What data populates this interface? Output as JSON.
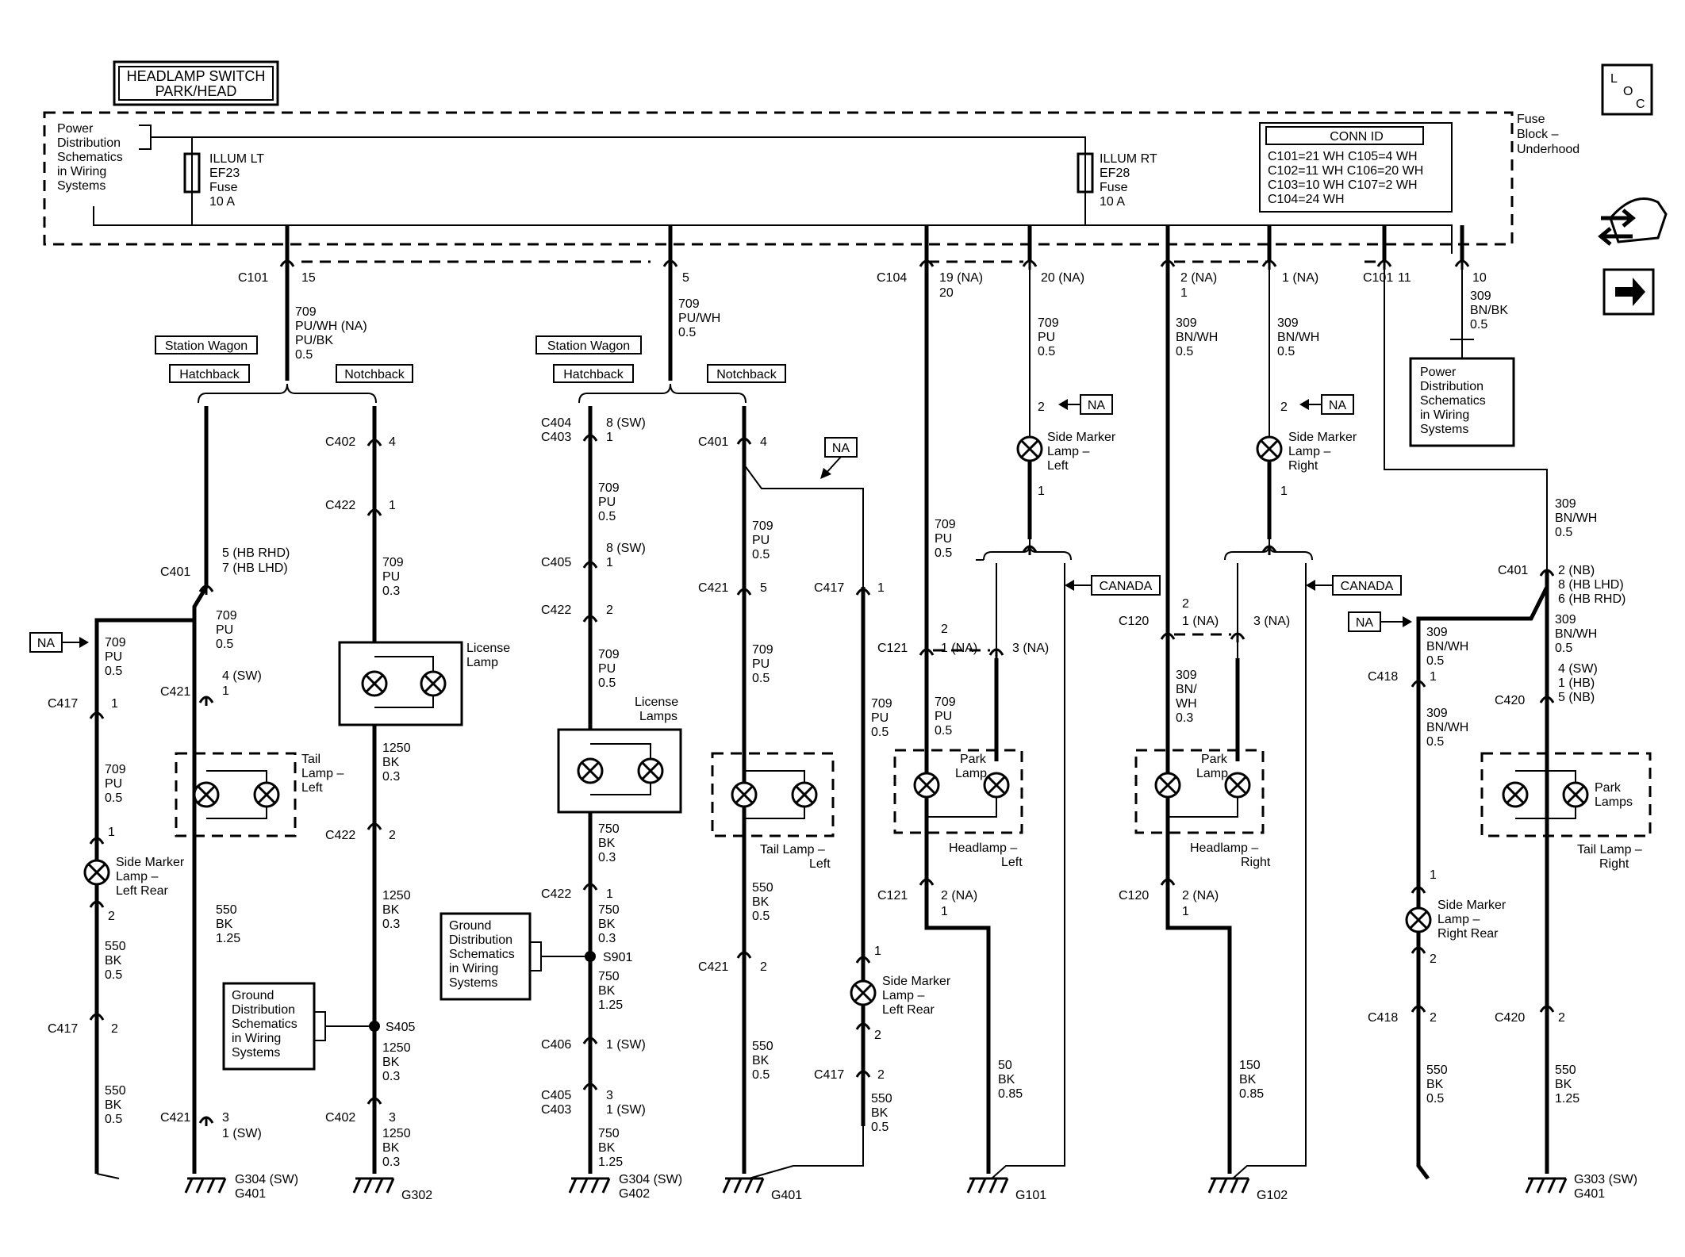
{
  "title_box": {
    "line1": "HEADLAMP SWITCH",
    "line2": "PARK/HEAD"
  },
  "fuse_block": {
    "line1": "Fuse",
    "line2": "Block –",
    "line3": "Underhood"
  },
  "power_dist_top": [
    "Power",
    "Distribution",
    "Schematics",
    "in Wiring",
    "Systems"
  ],
  "fuse_left": {
    "name": "ILLUM LT",
    "id": "EF23",
    "type": "Fuse",
    "rating": "10 A"
  },
  "fuse_right": {
    "name": "ILLUM RT",
    "id": "EF28",
    "type": "Fuse",
    "rating": "10 A"
  },
  "conn_id": {
    "header": "CONN ID",
    "rows": [
      "C101=21 WH  C105=4 WH",
      "C102=11 WH  C106=20 WH",
      "C103=10 WH  C107=2 WH",
      "C104=24 WH"
    ]
  },
  "loc_icon": {
    "l": "L",
    "o": "O",
    "c": "C"
  },
  "connectors": {
    "c101": "C101",
    "c104": "C104",
    "c101b": "C101",
    "pin15": "15",
    "pin5": "5",
    "pin19": "19 (NA)",
    "pin20a": "20",
    "pin20": "20 (NA)",
    "pin2na": "2 (NA)",
    "pin1a": "1",
    "pin1na": "1 (NA)",
    "pin11": "11",
    "pin10": "10"
  },
  "wire_labels": {
    "w709_top": [
      "709",
      "PU/WH (NA)",
      "PU/BK",
      "0.5"
    ],
    "w709_mid": [
      "709",
      "PU/WH",
      "0.5"
    ],
    "w709_pu_left": [
      "709",
      "PU",
      "0.5"
    ],
    "w309_1": [
      "309",
      "BN/WH",
      "0.5"
    ],
    "w309_2": [
      "309",
      "BN/WH",
      "0.5"
    ],
    "w309_bk": [
      "309",
      "BN/BK",
      "0.5"
    ]
  },
  "variants": {
    "station_wagon": "Station Wagon",
    "hatchback": "Hatchback",
    "notchback": "Notchback"
  },
  "power_dist_right": [
    "Power",
    "Distribution",
    "Schematics",
    "in Wiring",
    "Systems"
  ],
  "na": "NA",
  "canada": "CANADA",
  "col1": {
    "c401": "C401",
    "pins401": [
      "5 (HB RHD)",
      "7 (HB LHD)"
    ],
    "w1": [
      "709",
      "PU",
      "0.5"
    ],
    "c421": "C421",
    "pin421": [
      "4 (SW)",
      "1"
    ],
    "tail": [
      "Tail",
      "Lamp –",
      "Left"
    ],
    "w550": [
      "550",
      "BK",
      "1.25"
    ],
    "c421b": "C421",
    "pin421b": [
      "3",
      "1 (SW)"
    ],
    "ground": [
      "G304 (SW)",
      "G401"
    ]
  },
  "col0": {
    "w709": [
      "709",
      "PU",
      "0.5"
    ],
    "c417": "C417",
    "pin417": "1",
    "w709b": [
      "709",
      "PU",
      "0.5"
    ],
    "pinA": "1",
    "side": [
      "Side Marker",
      "Lamp –",
      "Left Rear"
    ],
    "pinB": "2",
    "w550": [
      "550",
      "BK",
      "0.5"
    ],
    "c417b": "C417",
    "pin417b": "2",
    "w550b": [
      "550",
      "BK",
      "0.5"
    ]
  },
  "col2": {
    "c402": "C402",
    "pin402": "4",
    "c422": "C422",
    "pin422": "1",
    "w709": [
      "709",
      "PU",
      "0.3"
    ],
    "lamp": [
      "License",
      "Lamp"
    ],
    "w1250": [
      "1250",
      "BK",
      "0.3"
    ],
    "c422b": "C422",
    "pin422b": "2",
    "w1250b": [
      "1250",
      "BK",
      "0.3"
    ],
    "splice": "S405",
    "gnd_ref": [
      "Ground",
      "Distribution",
      "Schematics",
      "in Wiring",
      "Systems"
    ],
    "w1250c": [
      "1250",
      "BK",
      "0.3"
    ],
    "c402b": "C402",
    "pin402b": "3",
    "w1250d": [
      "1250",
      "BK",
      "0.3"
    ],
    "ground": "G302"
  },
  "col3": {
    "c404": "C404",
    "c403": "C403",
    "pin404": [
      "8 (SW)",
      "1"
    ],
    "w709": [
      "709",
      "PU",
      "0.5"
    ],
    "c405": "C405",
    "pin405": [
      "8 (SW)",
      "1"
    ],
    "c422": "C422",
    "pin422": "2",
    "w709b": [
      "709",
      "PU",
      "0.5"
    ],
    "lamp": [
      "License",
      "Lamps"
    ],
    "w750": [
      "750",
      "BK",
      "0.3"
    ],
    "c422b": "C422",
    "pin422b": "1",
    "w750b": [
      "750",
      "BK",
      "0.3"
    ],
    "splice": "S901",
    "gnd_ref": [
      "Ground",
      "Distribution",
      "Schematics",
      "in Wiring",
      "Systems"
    ],
    "w750c": [
      "750",
      "BK",
      "1.25"
    ],
    "c406": "C406",
    "pin406": "1 (SW)",
    "c405b": "C405",
    "c403b": "C403",
    "pin405b": [
      "3",
      "1 (SW)"
    ],
    "w750d": [
      "750",
      "BK",
      "1.25"
    ],
    "ground": [
      "G304 (SW)",
      "G402"
    ]
  },
  "col4": {
    "c401": "C401",
    "pin401": "4",
    "w709": [
      "709",
      "PU",
      "0.5"
    ],
    "c421": "C421",
    "pin421": "5",
    "w709b": [
      "709",
      "PU",
      "0.5"
    ],
    "tail": [
      "Tail Lamp –",
      "Left"
    ],
    "w550": [
      "550",
      "BK",
      "0.5"
    ],
    "c421b": "C421",
    "pin421b": "2",
    "w550b": [
      "550",
      "BK",
      "0.5"
    ],
    "ground": "G401",
    "c417": "C417",
    "pin417": "1",
    "w709c": [
      "709",
      "PU",
      "0.5"
    ],
    "pinA": "1",
    "side": [
      "Side Marker",
      "Lamp –",
      "Left Rear"
    ],
    "pinB": "2",
    "c417b": "C417",
    "pin417b": "2",
    "w550c": [
      "550",
      "BK",
      "0.5"
    ]
  },
  "col5": {
    "w709": [
      "709",
      "PU",
      "0.5"
    ],
    "pin2": "2",
    "side": [
      "Side Marker",
      "Lamp –",
      "Left"
    ],
    "pin1": "1",
    "c121": "C121",
    "pin121": [
      "2",
      "1 (NA)"
    ],
    "pin3": "3 (NA)",
    "w709b": [
      "709",
      "PU",
      "0.5"
    ],
    "park": [
      "Park",
      "Lamp"
    ],
    "head": [
      "Headlamp –",
      "Left"
    ],
    "c121b": "C121",
    "pin121b": [
      "2 (NA)",
      "1"
    ],
    "w50": [
      "50",
      "BK",
      "0.85"
    ],
    "ground": "G101"
  },
  "col6": {
    "pin2": "2",
    "side": [
      "Side Marker",
      "Lamp –",
      "Right"
    ],
    "pin1": "1",
    "c120": "C120",
    "pin120": [
      "2",
      "1 (NA)"
    ],
    "pin3": "3 (NA)",
    "w309": [
      "309",
      "BN/",
      "WH",
      "0.3"
    ],
    "park": [
      "Park",
      "Lamp"
    ],
    "head": [
      "Headlamp –",
      "Right"
    ],
    "c120b": "C120",
    "pin120b": [
      "2 (NA)",
      "1"
    ],
    "w150": [
      "150",
      "BK",
      "0.85"
    ],
    "ground": "G102"
  },
  "col7": {
    "w309": [
      "309",
      "BN/WH",
      "0.5"
    ],
    "c401": "C401",
    "pin401": [
      "2 (NB)",
      "8 (HB LHD)",
      "6 (HB RHD)"
    ],
    "w309b": [
      "309",
      "BN/WH",
      "0.5"
    ],
    "pin420": [
      "4 (SW)",
      "1 (HB)",
      "5 (NB)"
    ],
    "c420": "C420",
    "park": [
      "Park",
      "Lamps"
    ],
    "tail": [
      "Tail Lamp –",
      "Right"
    ],
    "c420b": "C420",
    "pin420b": "2",
    "w550": [
      "550",
      "BK",
      "1.25"
    ],
    "ground": [
      "G303 (SW)",
      "G401"
    ],
    "w309c": [
      "309",
      "BN/WH",
      "0.5"
    ],
    "c418": "C418",
    "pin418": "1",
    "w309d": [
      "309",
      "BN/WH",
      "0.5"
    ],
    "pinA": "1",
    "side": [
      "Side Marker",
      "Lamp –",
      "Right Rear"
    ],
    "pinB": "2",
    "c418b": "C418",
    "pin418b": "2",
    "w550b": [
      "550",
      "BK",
      "0.5"
    ]
  }
}
